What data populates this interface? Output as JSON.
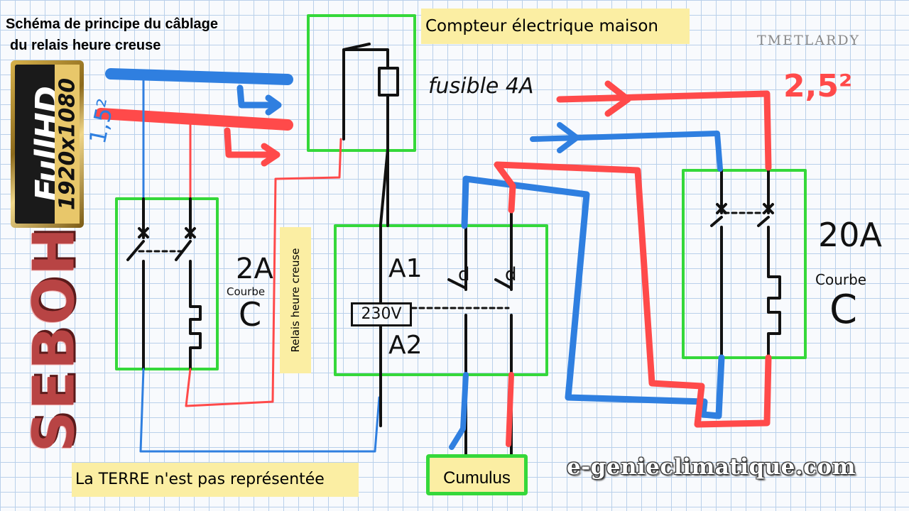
{
  "title": {
    "line1": "Schéma de principe du câblage",
    "line2": "du relais heure creuse"
  },
  "notes": {
    "meter": "Compteur électrique maison",
    "relay": "Relais heure creuse",
    "terre": "La TERRE n'est pas représentée",
    "cumulus": "Cumulus"
  },
  "watermarks": {
    "brand": "TMETLARDY",
    "site": "e-genieclimatique.com"
  },
  "badges": {
    "full": "FullHD",
    "resolution": "1920x1080",
    "side": "SEBOH"
  },
  "handwriting": {
    "fuse": "fusible 4A",
    "breaker_left_rating": "2A",
    "breaker_left_curve_word": "Courbe",
    "breaker_left_curve": "C",
    "breaker_right_rating": "20A",
    "breaker_right_curve_word": "Courbe",
    "breaker_right_curve": "C",
    "coil_voltage": "230V",
    "terminal_a1": "A1",
    "terminal_a2": "A2",
    "contact_1": "d",
    "contact_2": "d",
    "section_small": "1,5²",
    "section_large": "2,5²"
  },
  "colors": {
    "neutral": "#2f7fe0",
    "phase": "#ff4a4a",
    "box": "#35d83a",
    "note": "#fbeea3"
  }
}
